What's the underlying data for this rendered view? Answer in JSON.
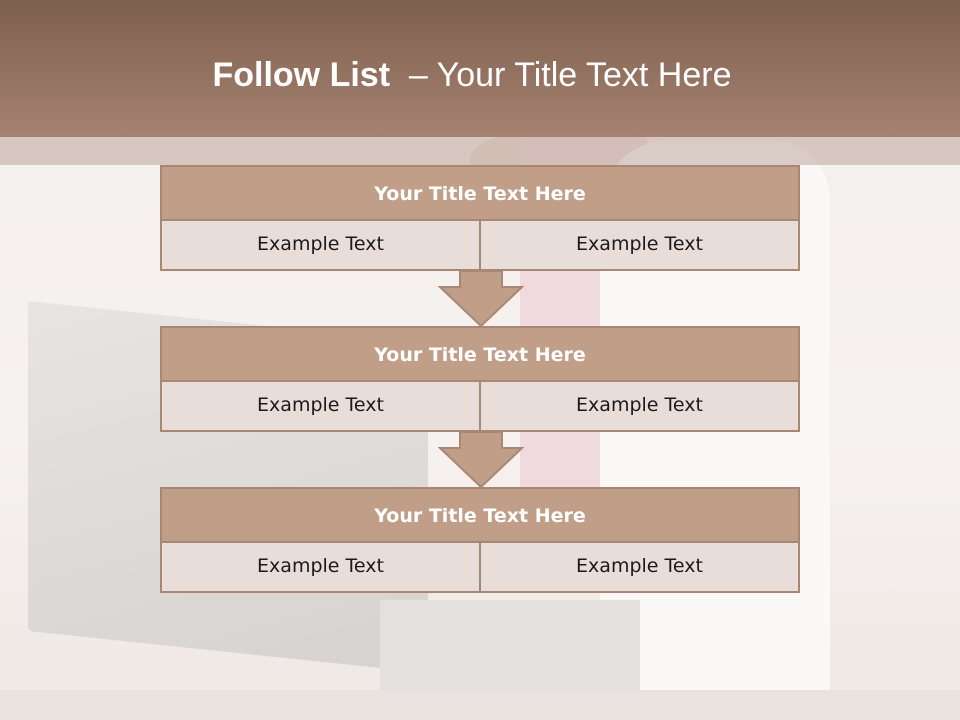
{
  "slide": {
    "title_bold": "Follow List",
    "title_rest": "  – Your Title Text Here"
  },
  "steps": [
    {
      "title": "Your Title Text Here",
      "left": "Example Text",
      "right": "Example Text"
    },
    {
      "title": "Your Title Text Here",
      "left": "Example Text",
      "right": "Example Text"
    },
    {
      "title": "Your Title Text Here",
      "left": "Example Text",
      "right": "Example Text"
    }
  ],
  "colors": {
    "header_top": "#7d5f4d",
    "header_bottom": "#a68271",
    "box_fill": "#c19e88",
    "cell_fill": "#e9ddd9",
    "border": "#a98775",
    "arrow_fill": "#c19e88"
  },
  "icons": {
    "connector": "down-arrow-icon"
  }
}
